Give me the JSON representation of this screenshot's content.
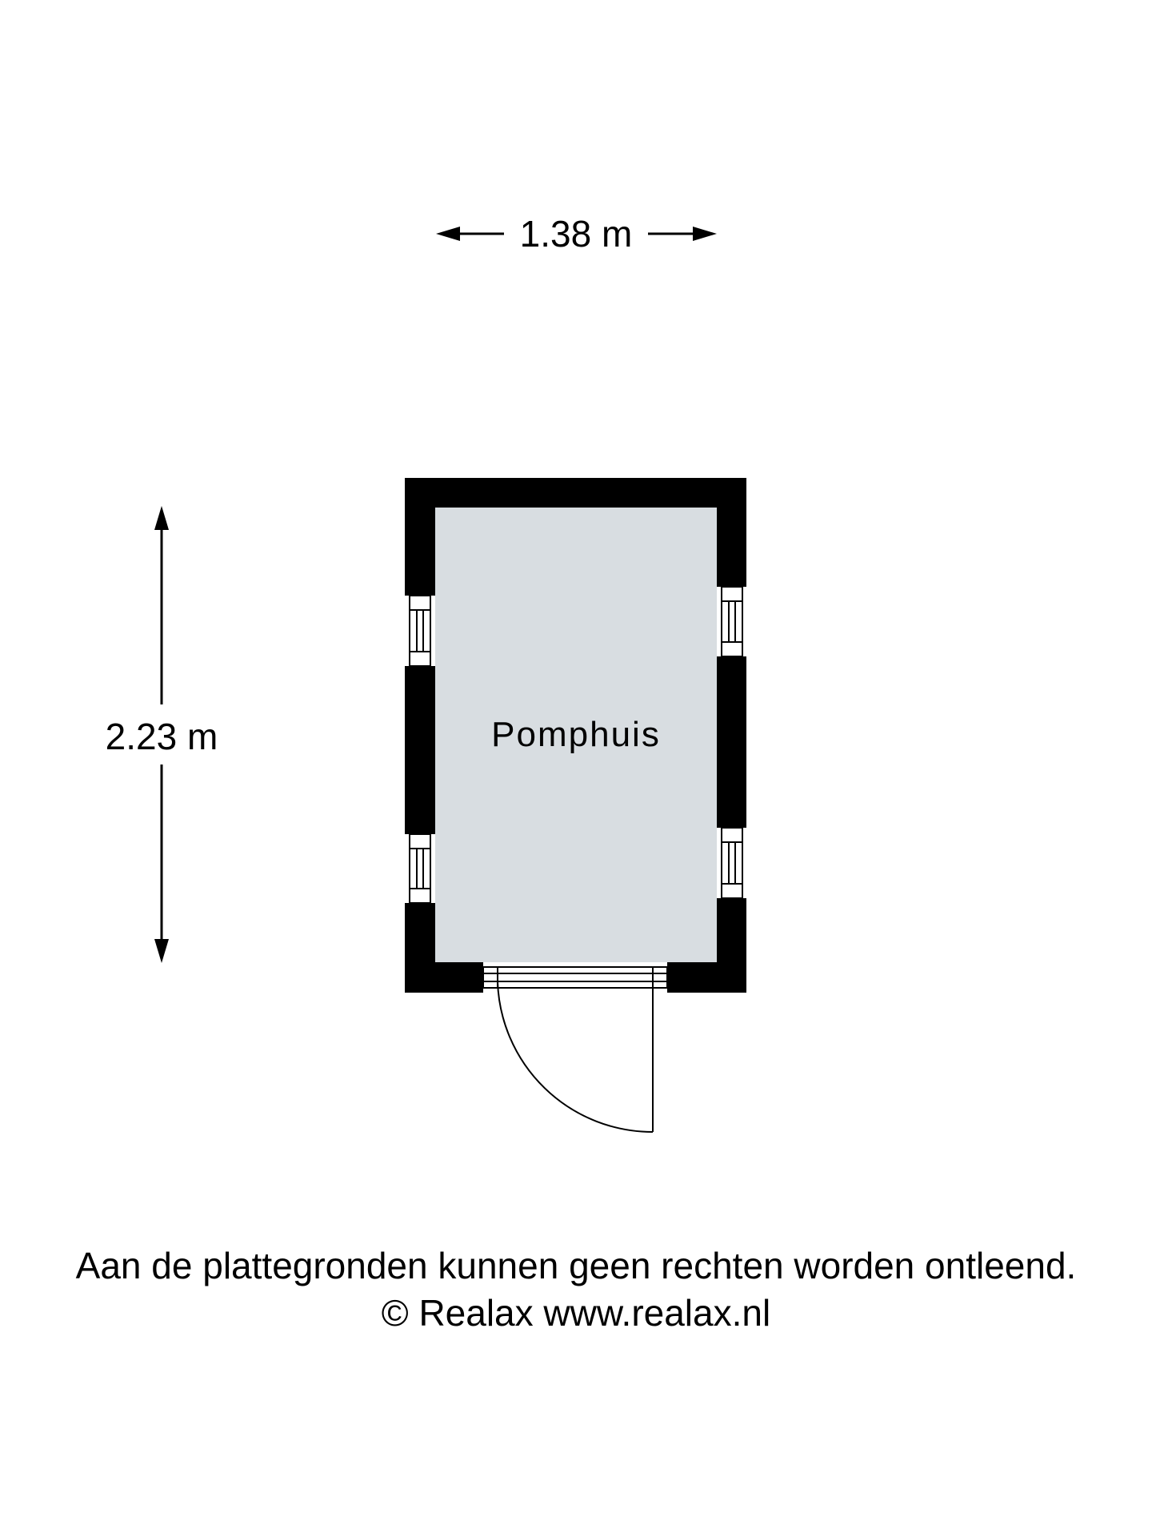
{
  "dimensions": {
    "width_label": "1.38 m",
    "height_label": "2.23 m"
  },
  "room": {
    "name": "Pomphuis"
  },
  "footer": {
    "disclaimer": "Aan de plattegronden kunnen geen rechten worden ontleend.",
    "copyright": "© Realax www.realax.nl"
  },
  "colors": {
    "wall": "#000000",
    "floor": "#d8dde1",
    "background": "#ffffff"
  }
}
